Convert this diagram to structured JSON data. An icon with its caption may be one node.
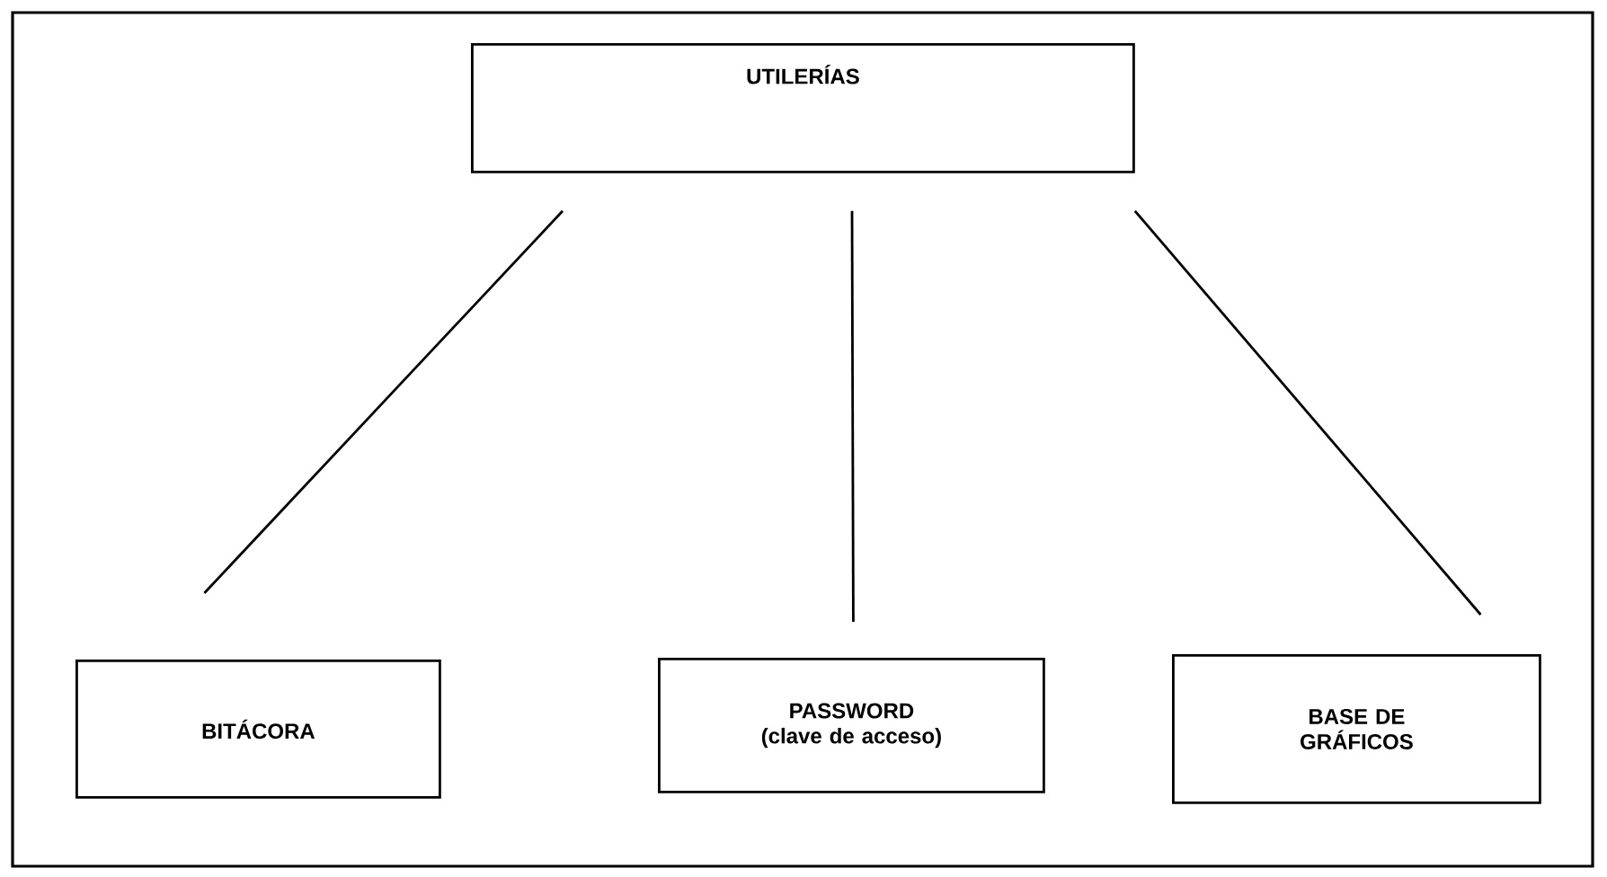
{
  "diagram": {
    "nodes": [
      {
        "text": [
          "UTILERÍAS"
        ]
      },
      {
        "text": [
          "BITÁCORA"
        ]
      },
      {
        "text": [
          "PASSWORD",
          "(clave de acceso)"
        ]
      },
      {
        "text": [
          "BASE DE GRÁFICOS"
        ]
      }
    ],
    "edges": [
      {
        "from": 0,
        "to": 1,
        "arrow": "none"
      },
      {
        "from": 0,
        "to": 2,
        "arrow": "none"
      },
      {
        "from": 0,
        "to": 3,
        "arrow": "none"
      }
    ]
  }
}
